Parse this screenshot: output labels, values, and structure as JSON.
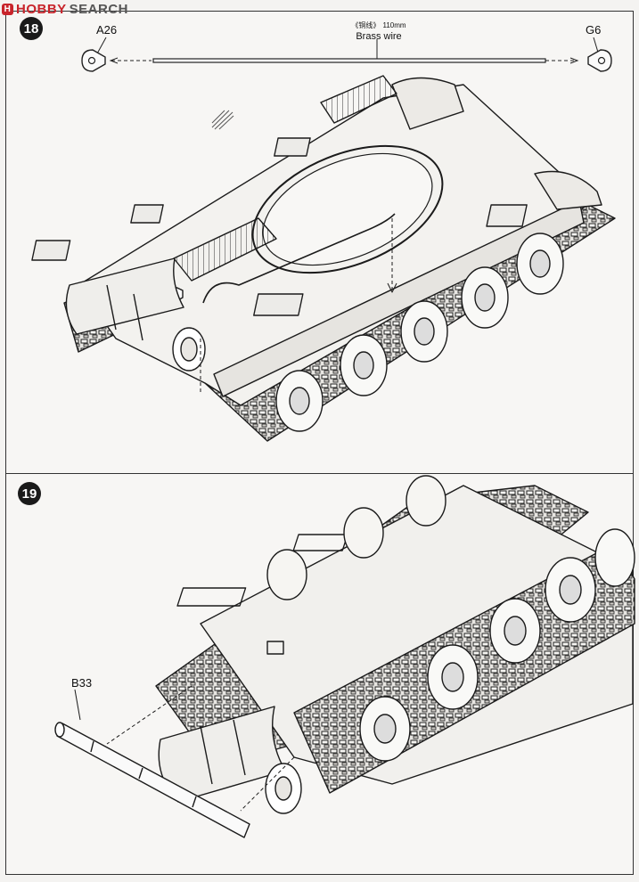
{
  "watermark": {
    "logo_letter": "H",
    "word1": "HOBBY",
    "word2": "SEARCH"
  },
  "steps": [
    {
      "number": "18"
    },
    {
      "number": "19"
    }
  ],
  "parts": {
    "a26": "A26",
    "g6": "G6",
    "b33": "B33"
  },
  "wire": {
    "material_cn": "《铜线》",
    "length": "110mm",
    "material_en": "Brass wire"
  }
}
